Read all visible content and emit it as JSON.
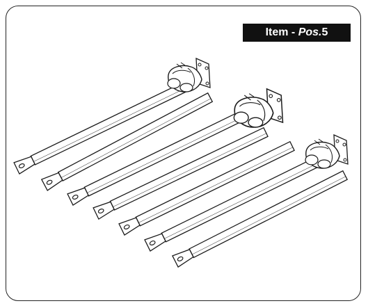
{
  "label": {
    "item": "Item",
    "separator": " - ",
    "pos": "Pos.",
    "number": "5"
  },
  "colors": {
    "line": "#1a1a1a",
    "label_bg": "#111111",
    "label_text": "#ffffff"
  },
  "icons": [
    "bar-terminal",
    "bar-lug-hole",
    "flange-connector",
    "t-connector"
  ]
}
